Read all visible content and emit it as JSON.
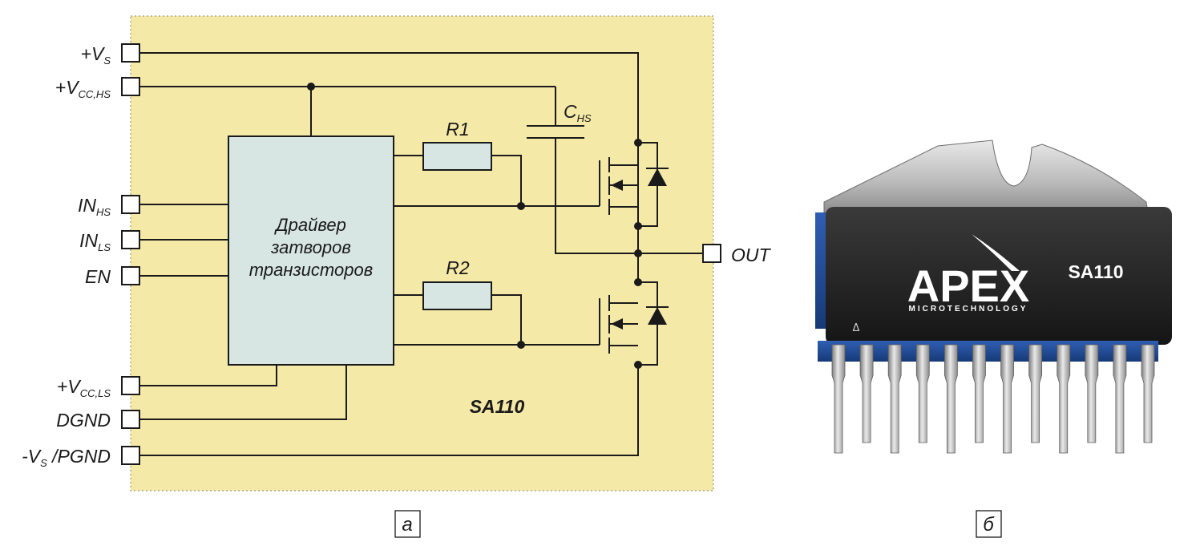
{
  "diagram": {
    "board_color": "#f5e9a8",
    "driver_color": "#d7e6e3",
    "resistor_color": "#d7e6e3",
    "pins": {
      "vs": {
        "main": "+V",
        "sub": "S"
      },
      "vcc_hs": {
        "main": "+V",
        "sub": "CC,HS"
      },
      "in_hs": {
        "main": "IN",
        "sub": "HS"
      },
      "in_ls": {
        "main": "IN",
        "sub": "LS"
      },
      "en": {
        "main": "EN"
      },
      "vcc_ls": {
        "main": "+V",
        "sub": "CC,LS"
      },
      "dgnd": {
        "main": "DGND"
      },
      "pgnd": {
        "main": "-V",
        "sub": "S",
        "tail": " /PGND"
      },
      "out": {
        "main": "OUT"
      }
    },
    "driver_text": [
      "Драйвер",
      "затворов",
      "транзисторов"
    ],
    "r1": "R1",
    "r2": "R2",
    "chs": {
      "main": "C",
      "sub": "HS"
    },
    "chip_name": "SA110",
    "caption": "а"
  },
  "photo": {
    "brand": "APEX",
    "brand_sub": "MICROTECHNOLOGY",
    "part": "SA110",
    "mark": "Δ",
    "pin_count": 12,
    "caption": "б"
  }
}
